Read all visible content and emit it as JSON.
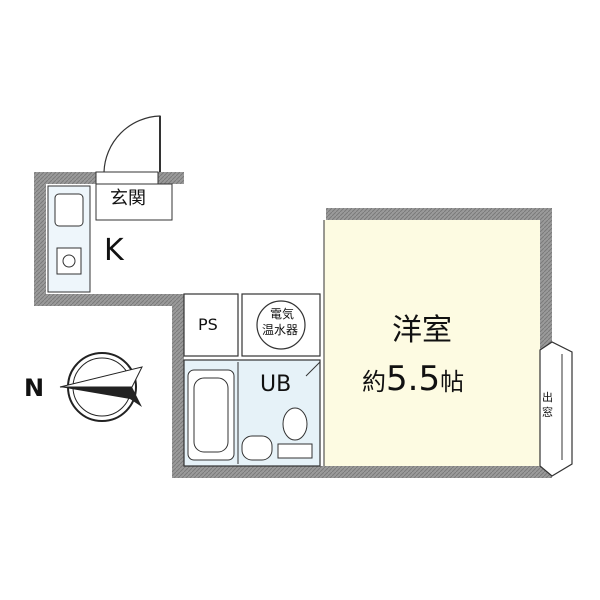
{
  "rooms": {
    "entrance": "玄関",
    "kitchen": "K",
    "ps": "PS",
    "water_heater_line1": "電気",
    "water_heater_line2": "温水器",
    "unit_bath": "UB",
    "western_room_name": "洋室",
    "western_room_prefix": "約",
    "western_room_size": "5.5",
    "western_room_unit": "帖",
    "bay_window_line1": "出",
    "bay_window_line2": "窓"
  },
  "compass": {
    "north_label": "N"
  },
  "colors": {
    "wall": "#8a8a8a",
    "room_fill": "#fdfbe2",
    "bath_fill": "#e6f2f8",
    "kitchen_fill": "#eef6fb",
    "line": "#333333"
  }
}
